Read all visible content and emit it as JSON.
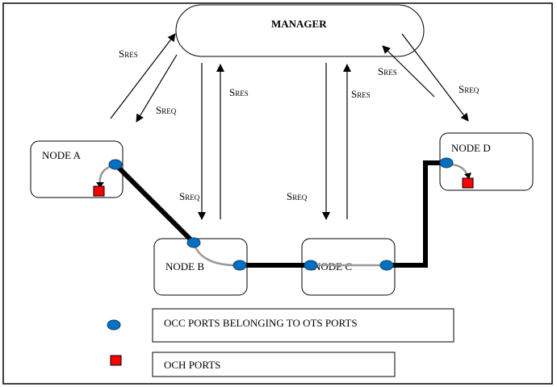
{
  "manager": {
    "label": "MANAGER"
  },
  "nodes": {
    "a": "NODE A",
    "b": "NODE B",
    "c": "NODE C",
    "d": "NODE D"
  },
  "signals": {
    "s": "S",
    "res": "RES",
    "req": "REQ"
  },
  "legend": {
    "occ": "OCC PORTS BELONGING TO OTS PORTS",
    "och": "OCH PORTS"
  },
  "colors": {
    "occ_port": "#0070C0",
    "och_port": "#FF0000",
    "fiber": "#000000",
    "internal_link": "#999999"
  }
}
